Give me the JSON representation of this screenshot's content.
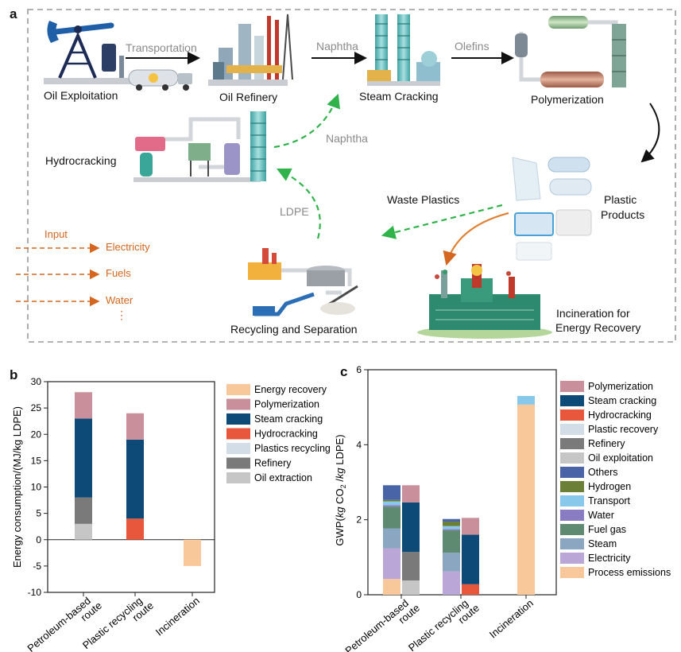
{
  "panel_a": {
    "letter": "a",
    "stages": {
      "oil_exploitation": "Oil Exploitation",
      "oil_refinery": "Oil Refinery",
      "steam_cracking": "Steam Cracking",
      "polymerization": "Polymerization",
      "hydrocracking": "Hydrocracking",
      "plastic_products": "Plastic\nProducts",
      "plastic_products_l1": "Plastic",
      "plastic_products_l2": "Products",
      "recycling": "Recycling and Separation",
      "incineration_l1": "Incineration for",
      "incineration_l2": "Energy Recovery"
    },
    "flows": {
      "transportation": "Transportation",
      "naphtha_top": "Naphtha",
      "olefins": "Olefins",
      "naphtha_recycle": "Naphtha",
      "ldpe": "LDPE",
      "waste_plastics": "Waste Plastics"
    },
    "inputs": {
      "title": "Input",
      "items": [
        "Electricity",
        "Fuels",
        "Water"
      ],
      "ellipsis": "⋮"
    },
    "colors": {
      "dashed_green": "#2fb34a",
      "input_orange": "#d4661f",
      "arrow_gray": "#8a8a8a"
    }
  },
  "chart_data": [
    {
      "panel": "b",
      "type": "bar",
      "stacked": true,
      "ylabel": "Energy consumption/(MJ/kg LDPE)",
      "ylim": [
        -10,
        30
      ],
      "yticks": [
        -10,
        -5,
        0,
        5,
        10,
        15,
        20,
        25,
        30
      ],
      "categories": [
        "Petroleum-based\nroute",
        "Plastic recycling\nroute",
        "Incineration"
      ],
      "category_lines": [
        [
          "Petroleum-based",
          "route"
        ],
        [
          "Plastic recycling",
          "route"
        ],
        [
          "Incineration"
        ]
      ],
      "series": [
        {
          "name": "Energy recovery",
          "color": "#f9c89a",
          "values": [
            0,
            0,
            -5
          ]
        },
        {
          "name": "Polymerization",
          "color": "#c9909c",
          "values": [
            5,
            5,
            0
          ]
        },
        {
          "name": "Steam cracking",
          "color": "#0e4a78",
          "values": [
            15,
            15,
            0
          ]
        },
        {
          "name": "Hydrocracking",
          "color": "#e8563c",
          "values": [
            0,
            4,
            0
          ]
        },
        {
          "name": "Plastics recycling",
          "color": "#d3dde7",
          "values": [
            0,
            0,
            0
          ]
        },
        {
          "name": "Refinery",
          "color": "#7a7a7a",
          "values": [
            5,
            0,
            0
          ]
        },
        {
          "name": "Oil extraction",
          "color": "#c6c6c6",
          "values": [
            3,
            0,
            0
          ]
        }
      ],
      "stack_order_bottom_up": [
        "Oil extraction",
        "Refinery",
        "Plastics recycling",
        "Hydrocracking",
        "Steam cracking",
        "Polymerization",
        "Energy recovery"
      ]
    },
    {
      "panel": "c",
      "type": "bar",
      "stacked": true,
      "paired_bars": true,
      "ylabel_parts": [
        "GWP(",
        "kg",
        " CO",
        "2",
        " /",
        "kg",
        " LDPE)"
      ],
      "ylim": [
        0,
        6
      ],
      "yticks": [
        0,
        2,
        4,
        6
      ],
      "categories": [
        "Petroleum-based\nroute",
        "Plastic recycling\nroute",
        "Incineration"
      ],
      "category_lines": [
        [
          "Petroleum-based",
          "route"
        ],
        [
          "Plastic recycling",
          "route"
        ],
        [
          "Incineration"
        ]
      ],
      "legend": [
        {
          "name": "Polymerization",
          "color": "#c9909c"
        },
        {
          "name": "Steam cracking",
          "color": "#0e4a78"
        },
        {
          "name": "Hydrocracking",
          "color": "#e8563c"
        },
        {
          "name": "Plastic recovery",
          "color": "#d3dde7"
        },
        {
          "name": "Refinery",
          "color": "#7a7a7a"
        },
        {
          "name": "Oil exploitation",
          "color": "#c6c6c6"
        },
        {
          "name": "Others",
          "color": "#4a64a8"
        },
        {
          "name": "Hydrogen",
          "color": "#6b7f36"
        },
        {
          "name": "Transport",
          "color": "#88c8ea"
        },
        {
          "name": "Water",
          "color": "#8a7cc2"
        },
        {
          "name": "Fuel gas",
          "color": "#5e8a72"
        },
        {
          "name": "Steam",
          "color": "#8aa6c0"
        },
        {
          "name": "Electricity",
          "color": "#bba6d8"
        },
        {
          "name": "Process emissions",
          "color": "#f9c89a"
        }
      ],
      "bars": [
        {
          "category": 0,
          "side": "left",
          "segments": [
            {
              "name": "Process emissions",
              "value": 0.42
            },
            {
              "name": "Electricity",
              "value": 0.82
            },
            {
              "name": "Steam",
              "value": 0.53
            },
            {
              "name": "Fuel gas",
              "value": 0.58
            },
            {
              "name": "Water",
              "value": 0.04
            },
            {
              "name": "Transport",
              "value": 0.1
            },
            {
              "name": "Hydrogen",
              "value": 0.04
            },
            {
              "name": "Others",
              "value": 0.39
            }
          ]
        },
        {
          "category": 0,
          "side": "right",
          "segments": [
            {
              "name": "Oil exploitation",
              "value": 0.38
            },
            {
              "name": "Refinery",
              "value": 0.76
            },
            {
              "name": "Plastic recovery",
              "value": 0
            },
            {
              "name": "Hydrocracking",
              "value": 0
            },
            {
              "name": "Steam cracking",
              "value": 1.32
            },
            {
              "name": "Polymerization",
              "value": 0.46
            }
          ]
        },
        {
          "category": 1,
          "side": "left",
          "segments": [
            {
              "name": "Process emissions",
              "value": 0
            },
            {
              "name": "Electricity",
              "value": 0.62
            },
            {
              "name": "Steam",
              "value": 0.5
            },
            {
              "name": "Fuel gas",
              "value": 0.6
            },
            {
              "name": "Water",
              "value": 0.03
            },
            {
              "name": "Transport",
              "value": 0.08
            },
            {
              "name": "Hydrogen",
              "value": 0.12
            },
            {
              "name": "Others",
              "value": 0.07
            }
          ]
        },
        {
          "category": 1,
          "side": "right",
          "segments": [
            {
              "name": "Oil exploitation",
              "value": 0
            },
            {
              "name": "Refinery",
              "value": 0
            },
            {
              "name": "Plastic recovery",
              "value": 0
            },
            {
              "name": "Hydrocracking",
              "value": 0.28
            },
            {
              "name": "Steam cracking",
              "value": 1.32
            },
            {
              "name": "Polymerization",
              "value": 0.45
            }
          ]
        },
        {
          "category": 2,
          "side": "center",
          "segments": [
            {
              "name": "Process emissions",
              "value": 5.07
            },
            {
              "name": "Transport",
              "value": 0.23
            }
          ]
        }
      ]
    }
  ]
}
